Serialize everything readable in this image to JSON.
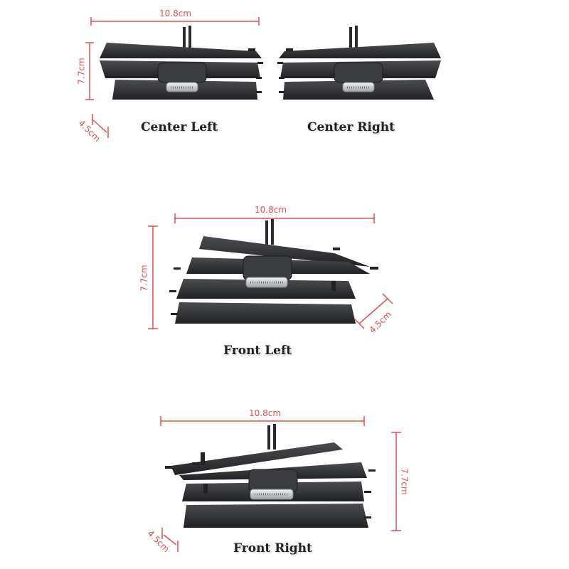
{
  "panels": [
    {
      "id": "center-left",
      "caption": "Center Left",
      "width_label": "10.8cm",
      "height_label": "7.7cm",
      "depth_label": "4.5cm"
    },
    {
      "id": "center-right",
      "caption": "Center Right"
    },
    {
      "id": "front-left",
      "caption": "Front Left",
      "width_label": "10.8cm",
      "height_label": "7.7cm",
      "depth_label": "4.5cm"
    },
    {
      "id": "front-right",
      "caption": "Front Right",
      "width_label": "10.8cm",
      "height_label": "7.7cm",
      "depth_label": "4.5cm"
    }
  ],
  "colors": {
    "dimension": "#e05050",
    "part": "#2f3133",
    "part_edge": "#1c1d1f",
    "chrome": "#cfd2d6"
  }
}
